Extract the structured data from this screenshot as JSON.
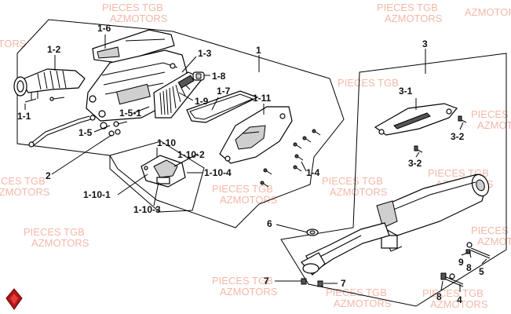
{
  "watermarks": [
    {
      "line1": "PIECES TGB",
      "line2": "AZMOTORS"
    }
  ],
  "callouts": {
    "c_1_6": "1-6",
    "c_1_2": "1-2",
    "c_1_3": "1-3",
    "c_1_8": "1-8",
    "c_1_9": "1-9",
    "c_1_7": "1-7",
    "c_1": "1",
    "c_1_11": "1-11",
    "c_1_5_1": "1-5-1",
    "c_1_1": "1-1",
    "c_1_5": "1-5",
    "c_1_10": "1-10",
    "c_1_10_2": "1-10-2",
    "c_2": "2",
    "c_1_10_4": "1-10-4",
    "c_1_4": "1-4",
    "c_1_10_1": "1-10-1",
    "c_1_10_3": "1-10-3",
    "c_3": "3",
    "c_3_1": "3-1",
    "c_3_2a": "3-2",
    "c_3_2b": "3-2",
    "c_6": "6",
    "c_7a": "7",
    "c_7b": "7",
    "c_9": "9",
    "c_8a": "8",
    "c_5": "5",
    "c_8b": "8",
    "c_4": "4"
  }
}
